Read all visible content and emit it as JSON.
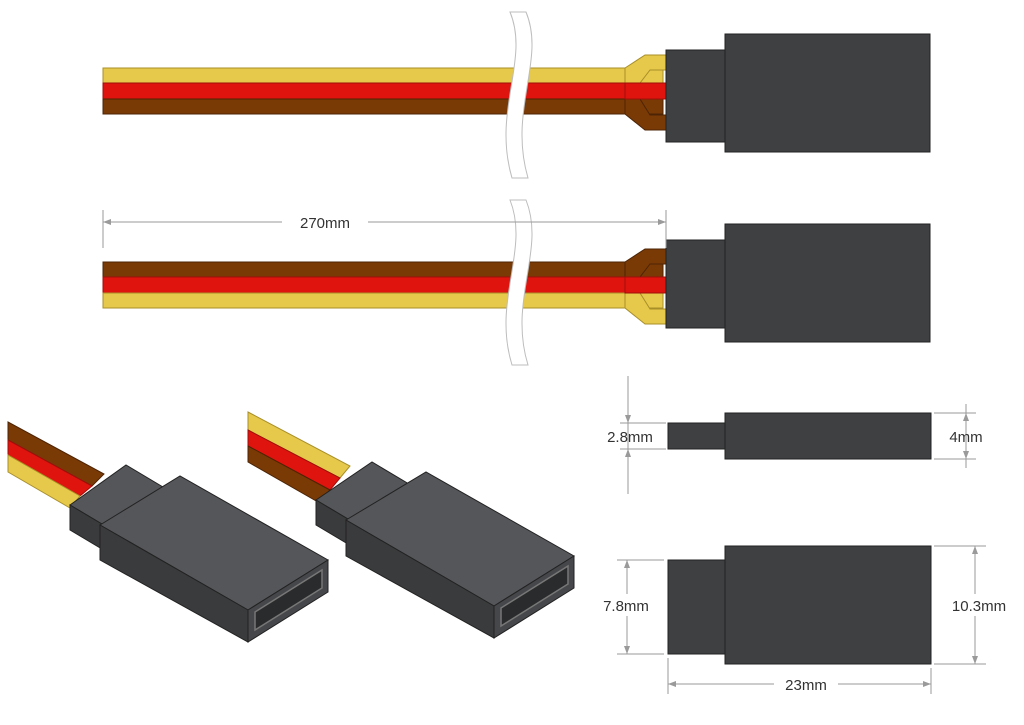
{
  "dimensions": {
    "cable_length": "270mm",
    "side_small_height": "2.8mm",
    "side_large_height": "4mm",
    "top_small_width": "7.8mm",
    "top_large_width": "10.3mm",
    "total_length": "23mm"
  },
  "colors": {
    "wire_yellow": "#e6c84a",
    "wire_red": "#e0140f",
    "wire_brown": "#7a3a06",
    "housing": "#3f4042",
    "housing_edge": "#2a2b2c",
    "housing_top": "#55565a"
  }
}
